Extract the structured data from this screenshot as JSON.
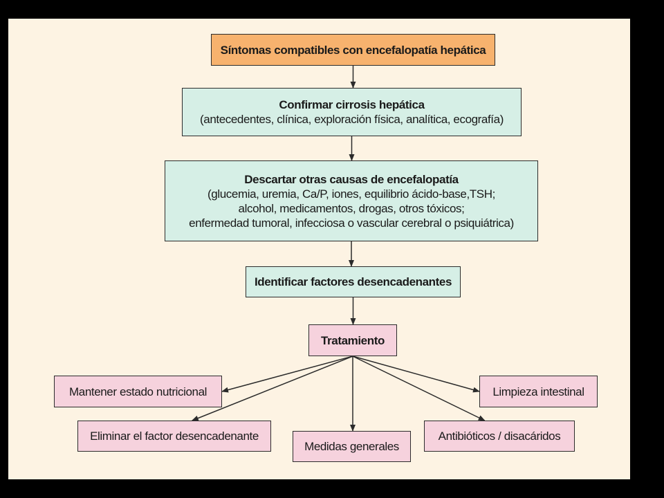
{
  "colors": {
    "background": "#fdf3e3",
    "frame": "#000000",
    "start_box": "#f7b26e",
    "step_box": "#d6efe6",
    "treatment_box": "#f6d2dd",
    "line": "#2b2b2b"
  },
  "nodes": {
    "start": {
      "title": "Síntomas compatibles con encefalopatía hepática"
    },
    "confirm": {
      "title": "Confirmar cirrosis hepática",
      "detail": "(antecedentes, clínica, exploración física, analítica, ecografía)"
    },
    "discard": {
      "title": "Descartar otras causas de encefalopatía",
      "detail_lines": [
        "(glucemia, uremia, Ca/P, iones, equilibrio ácido-base,TSH;",
        "alcohol, medicamentos, drogas, otros tóxicos;",
        "enfermedad tumoral, infecciosa o vascular cerebral o psiquiátrica)"
      ]
    },
    "identify": {
      "title": "Identificar factores desencadenantes"
    },
    "treatment": {
      "title": "Tratamiento"
    },
    "nutrition": {
      "title": "Mantener estado nutricional"
    },
    "eliminate": {
      "title": "Eliminar el factor desencadenante"
    },
    "general": {
      "title": "Medidas generales"
    },
    "antibiotics": {
      "title": "Antibióticos / disacáridos"
    },
    "cleansing": {
      "title": "Limpieza intestinal"
    }
  },
  "edges": [
    {
      "from": "start",
      "to": "confirm"
    },
    {
      "from": "confirm",
      "to": "discard"
    },
    {
      "from": "discard",
      "to": "identify"
    },
    {
      "from": "identify",
      "to": "treatment"
    },
    {
      "from": "treatment",
      "to": "nutrition"
    },
    {
      "from": "treatment",
      "to": "eliminate"
    },
    {
      "from": "treatment",
      "to": "general"
    },
    {
      "from": "treatment",
      "to": "antibiotics"
    },
    {
      "from": "treatment",
      "to": "cleansing"
    }
  ]
}
